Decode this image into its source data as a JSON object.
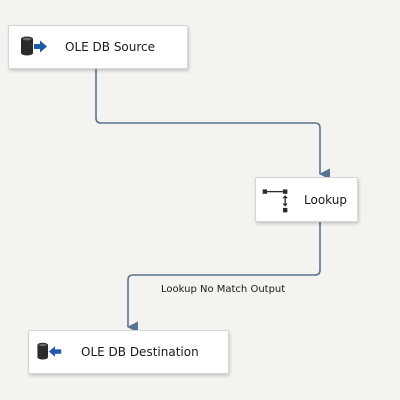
{
  "nodes": {
    "source": {
      "label": "OLE DB Source",
      "icon": "database-output-icon"
    },
    "lookup": {
      "label": "Lookup",
      "icon": "lookup-icon"
    },
    "destination": {
      "label": "OLE DB Destination",
      "icon": "database-input-icon"
    }
  },
  "paths": {
    "no_match": {
      "label": "Lookup No Match Output"
    }
  },
  "colors": {
    "background": "#f5f3ef",
    "connector": "#5a7294",
    "arrow_blue": "#1f5aa8",
    "icon_dark": "#2b2b2b"
  }
}
